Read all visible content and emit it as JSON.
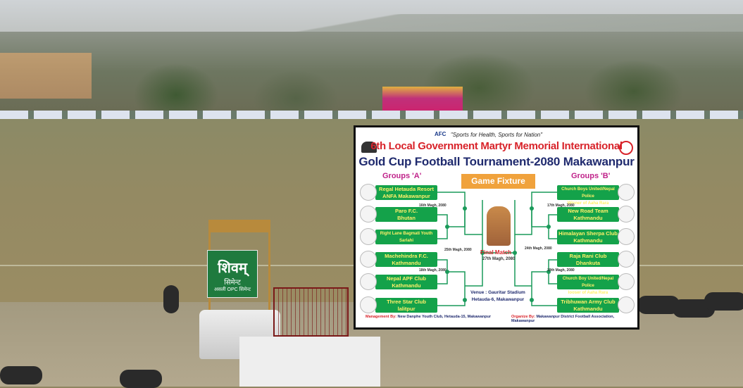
{
  "scene": {
    "sign_brand": "शिवम्",
    "sign_product": "सिमेन्ट",
    "sign_tagline": "असली OPC सिमेन्ट"
  },
  "poster": {
    "afc": "AFC",
    "tagline": "\"Sports for Health, Sports for Nation\"",
    "title_line1": "6th Local Government Martyr Memorial International",
    "title_line2": "Gold Cup Football Tournament-2080 Makawanpur",
    "group_a": "Groups 'A'",
    "group_b": "Groups 'B'",
    "fixture_label": "Game Fixture",
    "teams_a": [
      {
        "l1": "Regal Hetauda Resort",
        "l2": "ANFA Makawanpur"
      },
      {
        "l1": "Paro F.C.",
        "l2": "Bhutan"
      },
      {
        "l1": "Right Lane Bagmati Youth",
        "l2": "Sarlahi"
      },
      {
        "l1": "Machehindra F.C.",
        "l2": "Kathmandu"
      },
      {
        "l1": "Nepal APF Club",
        "l2": "Kathmandu"
      },
      {
        "l1": "Three Star Club",
        "l2": "lalitpur"
      }
    ],
    "teams_b": [
      {
        "l1": "Church Boys United/Nepal Police",
        "l2": "Winner of Aaha Rara"
      },
      {
        "l1": "New Road Team",
        "l2": "Kathmandu"
      },
      {
        "l1": "Himalayan Sherpa Club",
        "l2": "Kathmandu"
      },
      {
        "l1": "Raja Rani Club",
        "l2": "Dhankuta"
      },
      {
        "l1": "Church Boy United/Nepal Police",
        "l2": "looser of Aaha Rara"
      },
      {
        "l1": "Tribhuwan Army Club",
        "l2": "Kathmandu"
      }
    ],
    "dates": {
      "a1": "16th Magh, 2080",
      "a2": "18th Magh, 2080",
      "a_semi": "25th Magh, 2080",
      "b1": "17th Magh, 2080",
      "b2": "19th Magh, 2080",
      "b_semi": "24th Magh, 2080"
    },
    "final_label": "Final Match",
    "final_date": "27th Magh, 2080",
    "venue_l1": "Venue : Gauritar Stadium",
    "venue_l2": "Hetauda-6, Makawanpur",
    "management_label": "Management By:",
    "management": "New Danphe Youth Club, Hetauda-15, Makawanpur",
    "organize_label": "Organize By:",
    "organize": "Makawanpur District Football Association, Makawanpur",
    "colors": {
      "green": "#14a24a",
      "red": "#d8232a",
      "navy": "#1f2a6e",
      "orange": "#f0a23c"
    }
  }
}
